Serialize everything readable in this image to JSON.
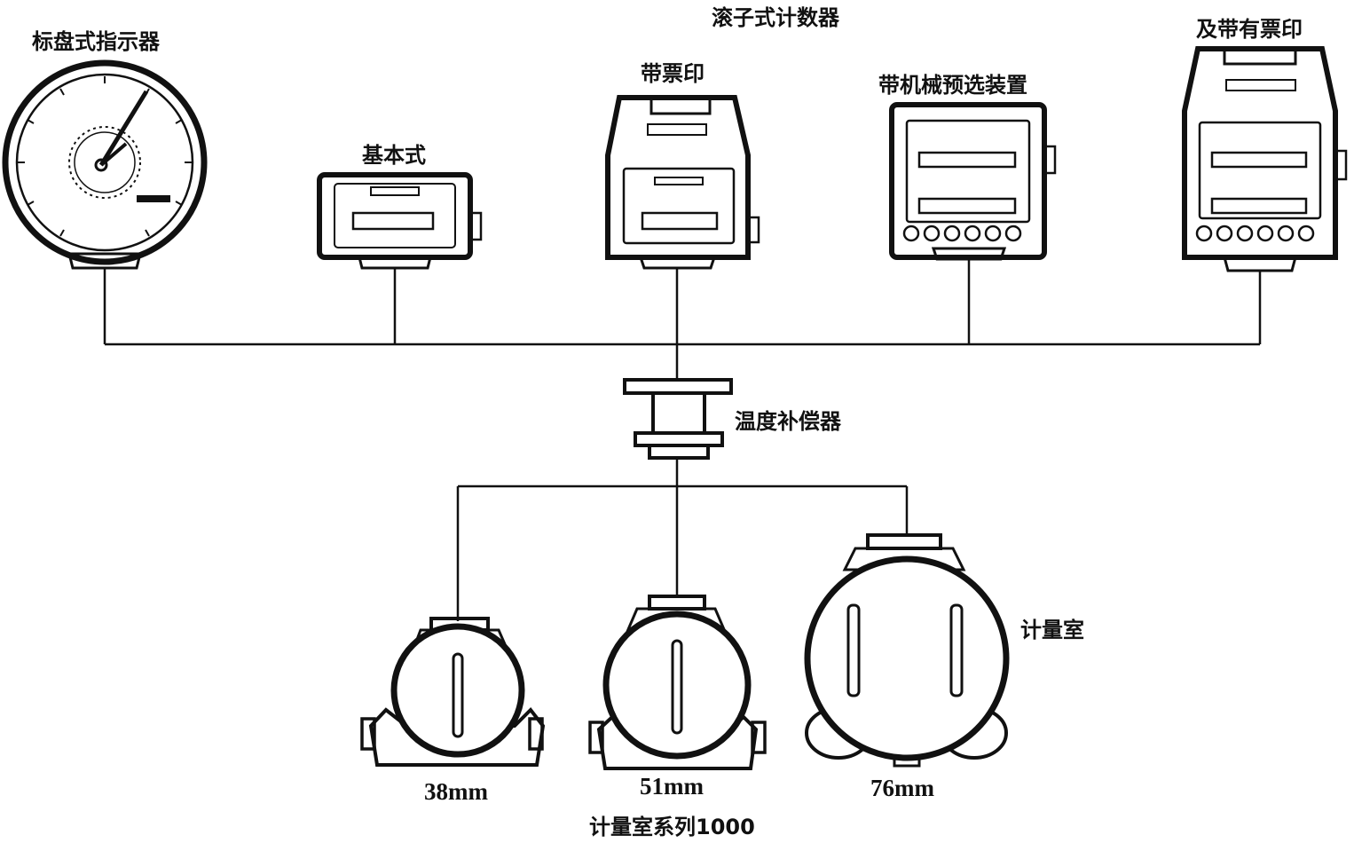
{
  "labels": {
    "dial_indicator": "标盘式指示器",
    "roller_counter": "滚子式计数器",
    "basic_type": "基本式",
    "with_ticket_print": "带票印",
    "with_mech_preset": "带机械预选装置",
    "and_with_ticket_print": "及带有票印",
    "temp_compensator": "温度补偿器",
    "metering_chamber": "计量室",
    "size_38": "38mm",
    "size_51": "51mm",
    "size_76": "76mm",
    "series": "计量室系列1000"
  }
}
